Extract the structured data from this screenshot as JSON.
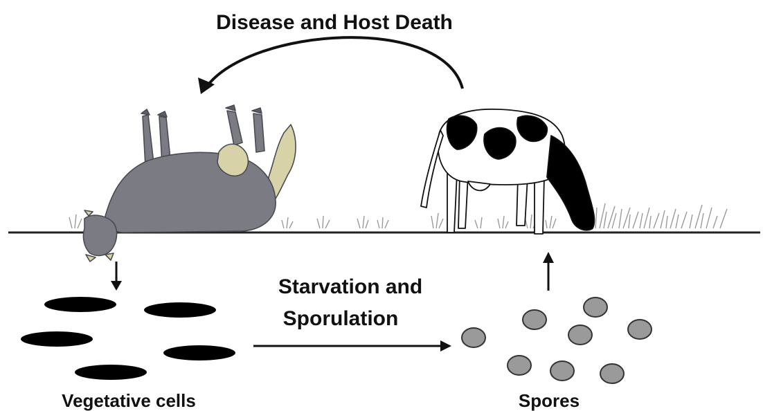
{
  "title": "Disease and Host Death",
  "process_label": {
    "line1": "Starvation and",
    "line2": "Sporulation"
  },
  "vegetative_label": "Vegetative cells",
  "spores_label": "Spores",
  "icons": {
    "dead_host": "dead-cow-icon",
    "live_host": "grazing-cow-icon",
    "vegetative_cell": "rod-cell-icon",
    "spore": "spore-icon"
  },
  "colors": {
    "dead_cow": "#7b7b83",
    "dead_cow_patch": "#d8d2a8",
    "spore_fill": "#9a9a9a",
    "vegetative_fill": "#000000",
    "ground": "#222222",
    "grass": "#9a9a9a"
  }
}
